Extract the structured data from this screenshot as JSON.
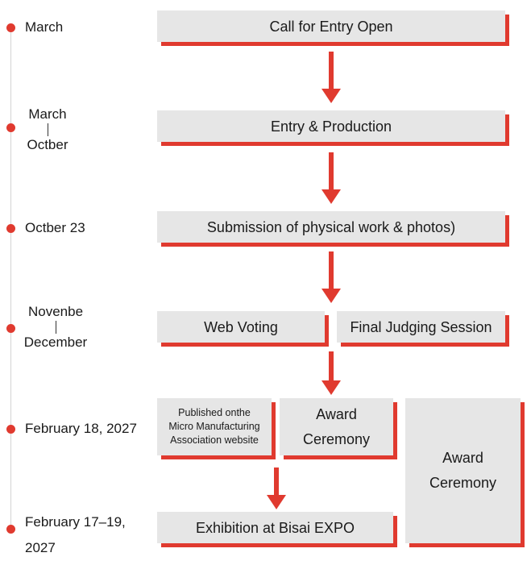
{
  "timeline": {
    "march": "March",
    "march_oct_top": "March",
    "march_oct_bottom": "Octber",
    "oct23": "Octber 23",
    "nov_dec_top": "Novenbe",
    "nov_dec_bottom": "December",
    "feb18": "February 18, 2027",
    "feb17_19_line1": "February 17–19,",
    "feb17_19_line2": "2027"
  },
  "steps": {
    "call_for_entry": "Call for Entry Open",
    "entry_production": "Entry & Production",
    "submission": "Submission of physical work & photos)",
    "web_voting": "Web Voting",
    "final_judging": "Final Judging Session",
    "published_line1": "Published onthe",
    "published_line2": "Micro Manufacturing",
    "published_line3": "Association website",
    "award_small_line1": "Award",
    "award_small_line2": "Ceremony",
    "award_big_line1": "Award",
    "award_big_line2": "Ceremony",
    "exhibition": "Exhibition at Bisai EXPO"
  },
  "colors": {
    "accent": "#e03a2f",
    "box_fill": "#e6e6e6",
    "timeline_line": "#d4d4d4"
  }
}
